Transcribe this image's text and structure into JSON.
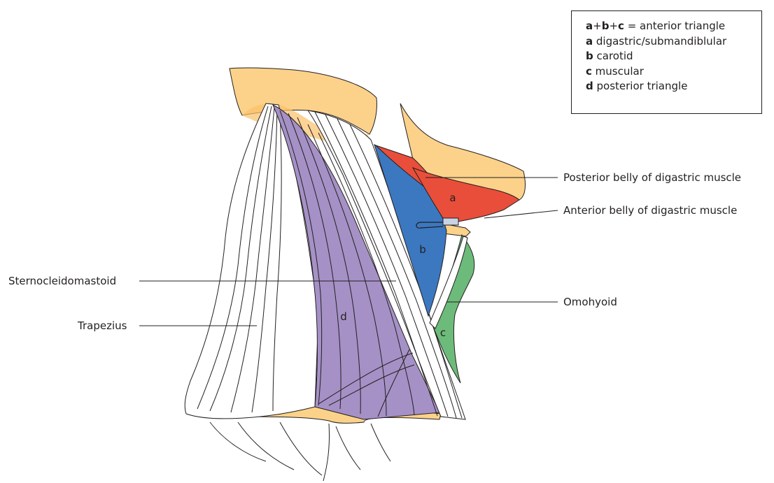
{
  "colors": {
    "triangle_a": "#e94e3a",
    "triangle_b": "#3b78c0",
    "triangle_c": "#6dbb7a",
    "triangle_d": "#a591c6",
    "bone": "#fcd28a",
    "muscle_outline": "#231f20"
  },
  "legend": {
    "rows": [
      {
        "keys": [
          "a",
          "b",
          "c"
        ],
        "joiner": "+",
        "text": " = anterior triangle"
      },
      {
        "keys": [
          "a"
        ],
        "joiner": "",
        "text": " digastric/submandiblular"
      },
      {
        "keys": [
          "b"
        ],
        "joiner": "",
        "text": " carotid"
      },
      {
        "keys": [
          "c"
        ],
        "joiner": "",
        "text": " muscular"
      },
      {
        "keys": [
          "d"
        ],
        "joiner": "",
        "text": " posterior triangle"
      }
    ]
  },
  "region_letters": {
    "a": "a",
    "b": "b",
    "c": "c",
    "d": "d"
  },
  "labels": {
    "posterior_belly": "Posterior belly of digastric muscle",
    "anterior_belly": "Anterior belly of digastric muscle",
    "omohyoid": "Omohyoid",
    "sternocleidomastoid": "Sternocleidomastoid",
    "trapezius": "Trapezius"
  }
}
